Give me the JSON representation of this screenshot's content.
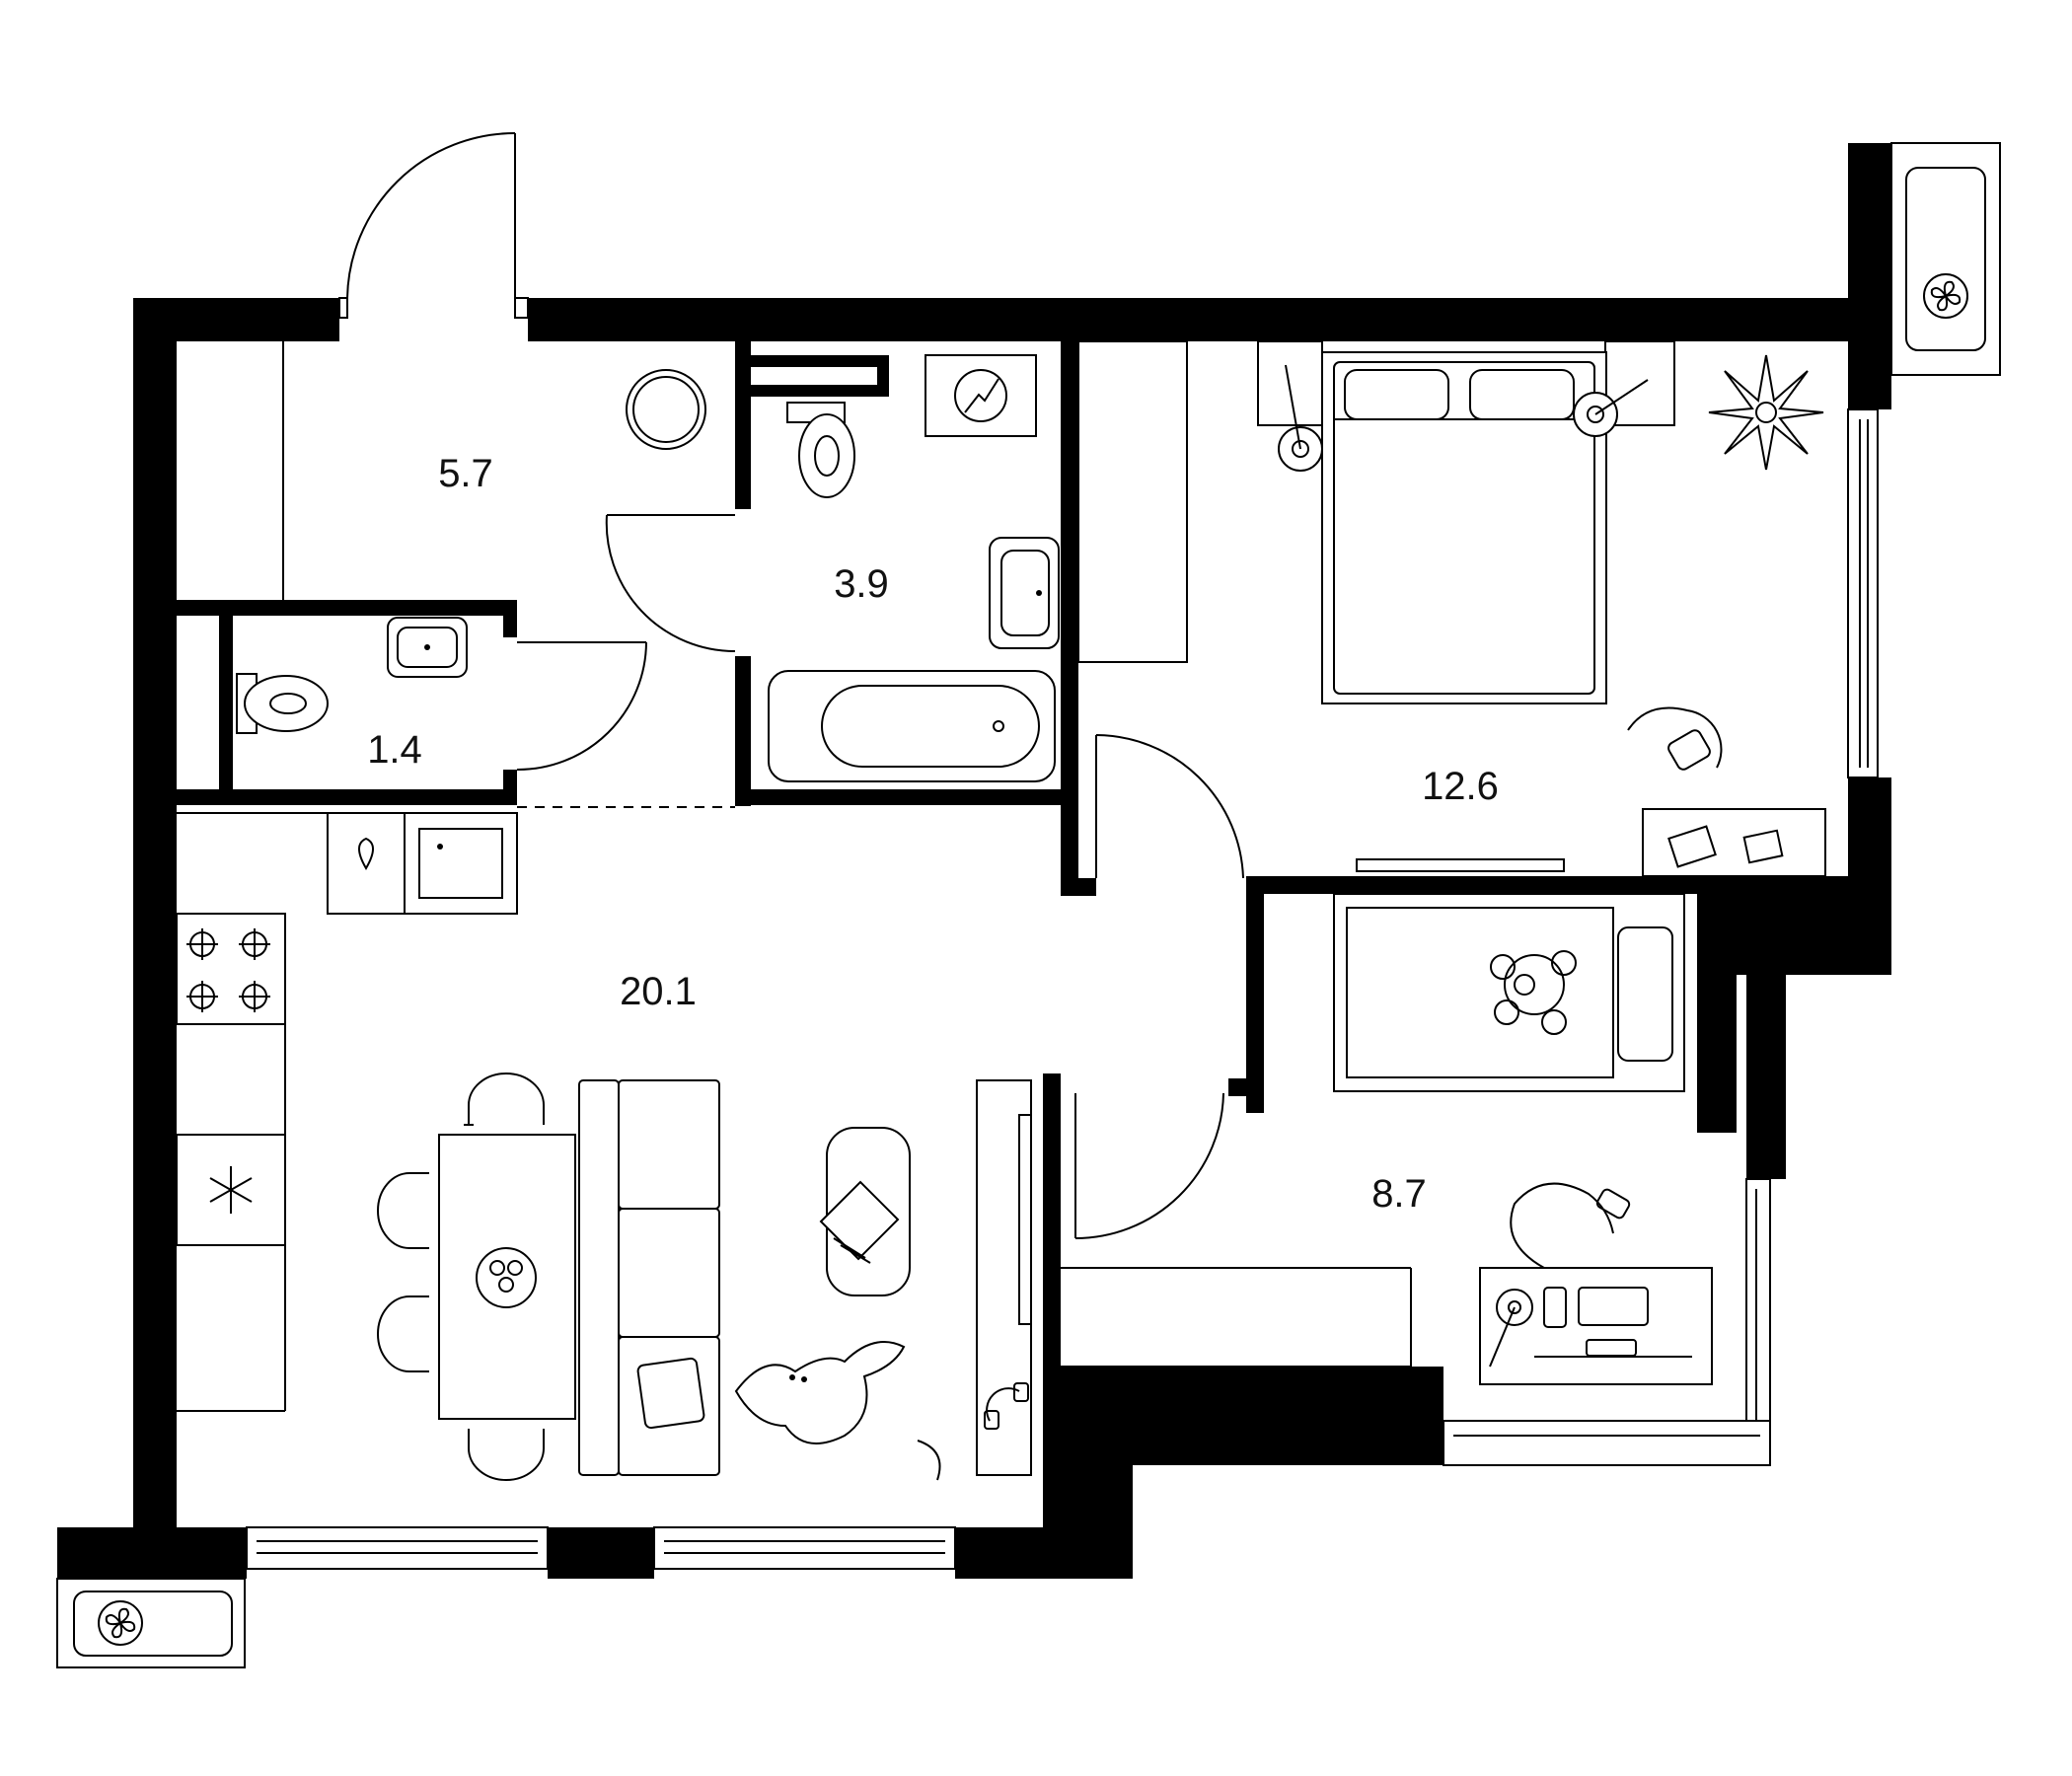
{
  "rooms": [
    {
      "id": "hallway",
      "area": "5.7"
    },
    {
      "id": "bathroom",
      "area": "3.9"
    },
    {
      "id": "wc",
      "area": "1.4"
    },
    {
      "id": "bedroom",
      "area": "12.6"
    },
    {
      "id": "kitchen-living",
      "area": "20.1"
    },
    {
      "id": "kids-room",
      "area": "8.7"
    }
  ],
  "colors": {
    "wall": "#000000",
    "line": "#000000",
    "background": "#ffffff"
  },
  "icons": [
    "fan-icon",
    "electrical-panel-icon",
    "snowflake-icon",
    "stove-burner-icon",
    "plant-icon",
    "teddy-bear-icon",
    "dog-icon",
    "headphones-icon",
    "lamp-icon"
  ]
}
